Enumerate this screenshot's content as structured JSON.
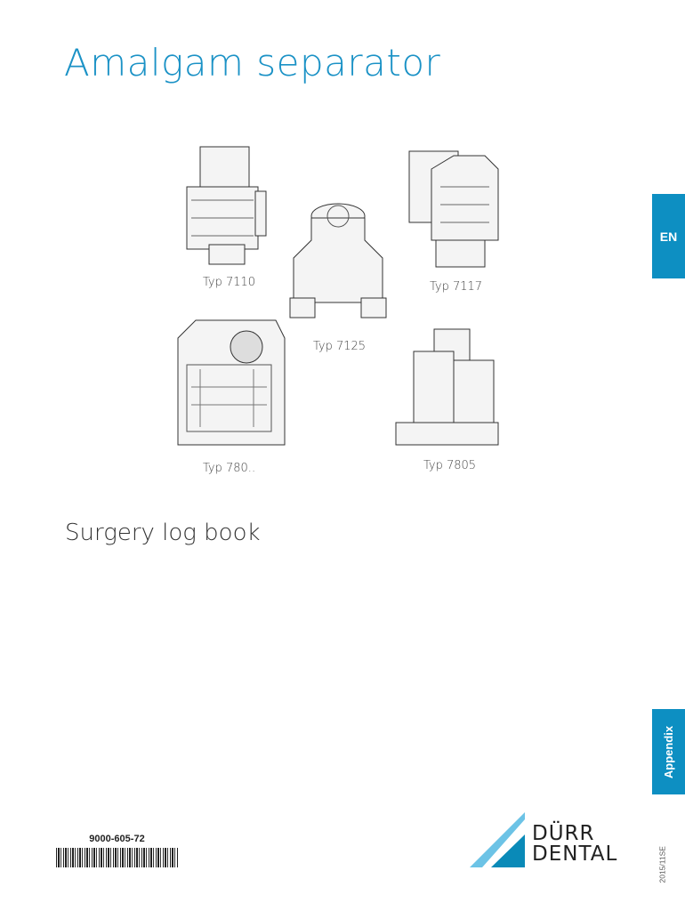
{
  "title": "Amalgam separator",
  "subtitle": "Surgery log book",
  "devices": [
    {
      "label": "Typ 7110"
    },
    {
      "label": "Typ 7125"
    },
    {
      "label": "Typ 7117"
    },
    {
      "label": "Typ 780.."
    },
    {
      "label": "Typ 7805"
    }
  ],
  "tabs": {
    "language": "EN",
    "section": "Appendix"
  },
  "part_number": "9000-605-72",
  "doc_version": "2015/11SE",
  "logo": {
    "line1": "DÜRR",
    "line2": "DENTAL"
  },
  "colors": {
    "accent": "#1b92c6",
    "tab": "#0d8fc2"
  }
}
